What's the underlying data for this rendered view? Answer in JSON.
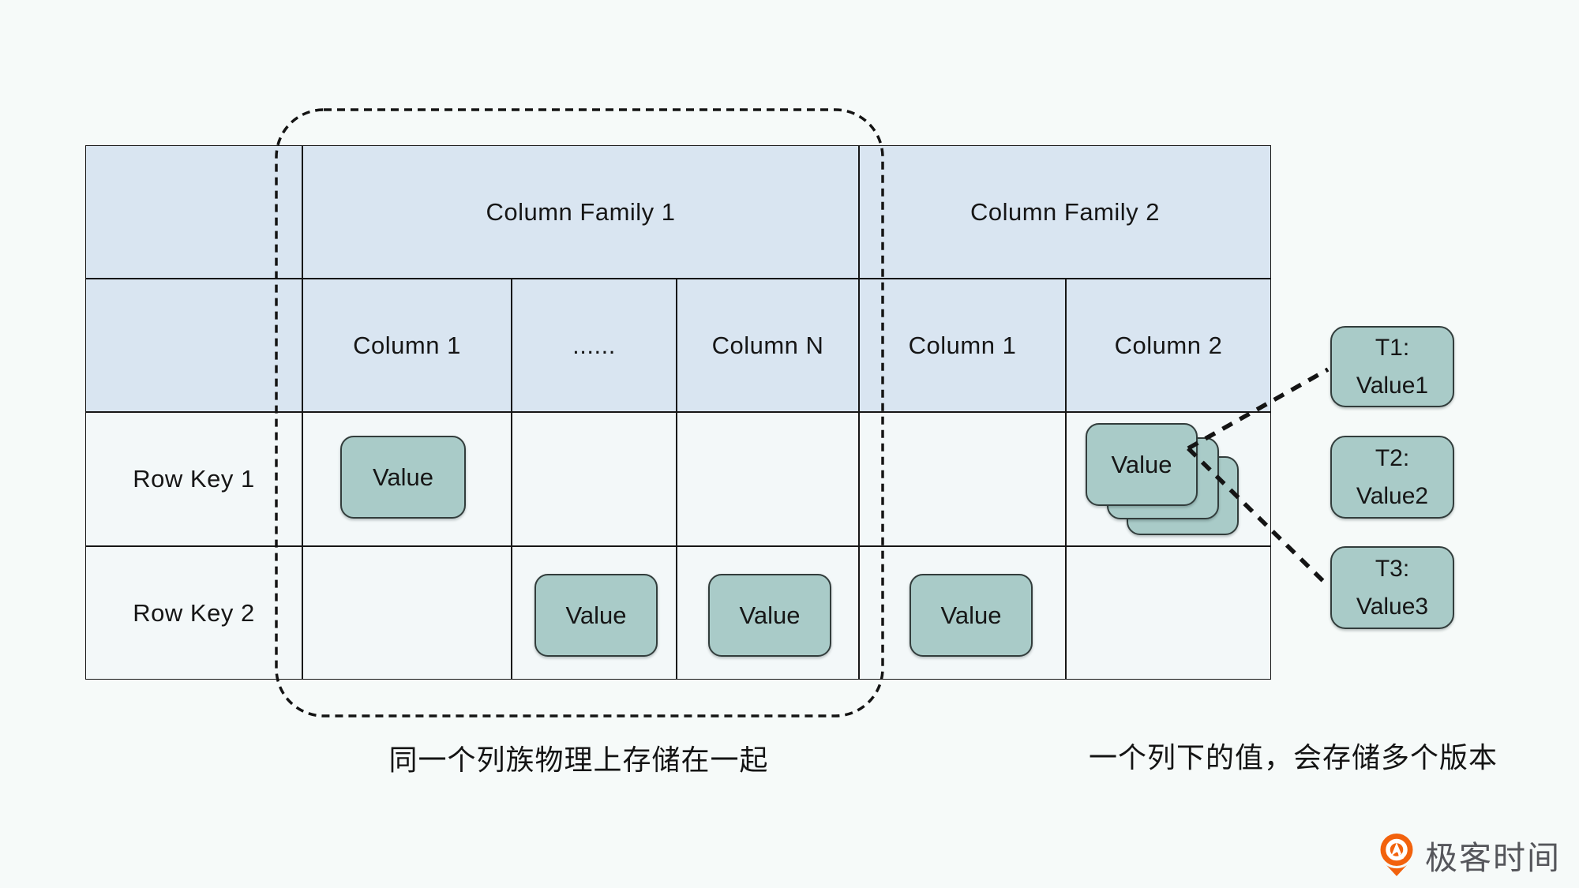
{
  "page": {
    "background": "#f6faf9"
  },
  "colors": {
    "header_bg": "#d9e5f1",
    "body_cell_bg": "#f3f8f9",
    "value_box_fill": "#a9cbc8",
    "value_box_border": "#323d3c",
    "table_line": "#161616",
    "logo_orange": "#f2620d",
    "logo_text_gray": "#55565b"
  },
  "table": {
    "families": [
      {
        "label": "Column Family 1"
      },
      {
        "label": "Column Family 2"
      }
    ],
    "columns": [
      {
        "label": "Column 1"
      },
      {
        "label": "......"
      },
      {
        "label": "Column N"
      },
      {
        "label": "Column 1"
      },
      {
        "label": "Column 2"
      }
    ],
    "row_keys": [
      {
        "label": "Row Key 1"
      },
      {
        "label": "Row Key 2"
      }
    ]
  },
  "boxes": {
    "value_label": "Value"
  },
  "versions": [
    {
      "time": "T1:",
      "value": "Value1"
    },
    {
      "time": "T2:",
      "value": "Value2"
    },
    {
      "time": "T3:",
      "value": "Value3"
    }
  ],
  "captions": {
    "left": "同一个列族物理上存储在一起",
    "right": "一个列下的值，会存储多个版本"
  },
  "logo": {
    "text": "极客时间"
  }
}
